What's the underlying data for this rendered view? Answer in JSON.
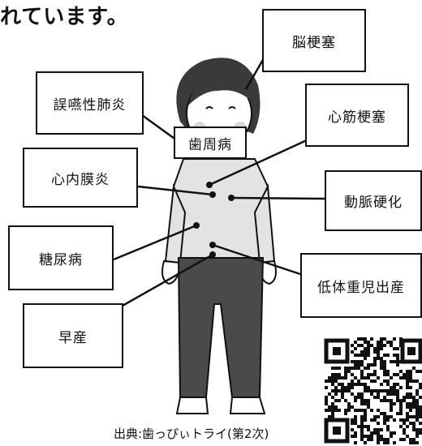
{
  "heading": "れています。",
  "labels": {
    "brain_infarction": "脳梗塞",
    "aspiration_pneumonia": "誤嚥性肺炎",
    "myocardial_infarction": "心筋梗塞",
    "periodontal_disease": "歯周病",
    "endocarditis": "心内膜炎",
    "arteriosclerosis": "動脈硬化",
    "diabetes": "糖尿病",
    "low_birth_weight": "低体重児出産",
    "premature_birth": "早産"
  },
  "source": "出典:歯っぴぃトライ(第2次)",
  "colors": {
    "line": "#111111",
    "shirt": "#e3e3e3",
    "pants": "#4a4a4a",
    "hair": "#3a3a3a"
  },
  "icons": [
    "qr-code-icon"
  ]
}
